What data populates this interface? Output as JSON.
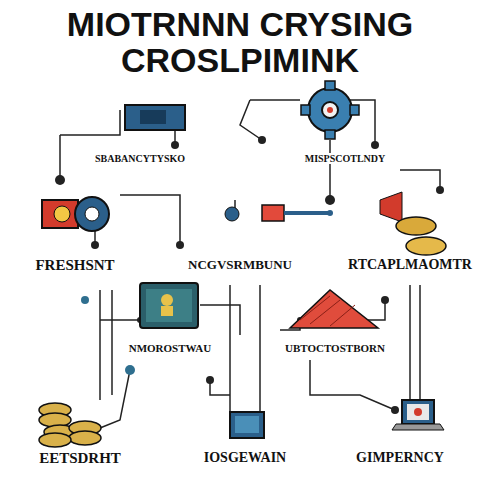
{
  "diagram": {
    "title": "MIOTRNNN CRYSING CROSLPIMINK",
    "labels": [
      "SBABANCYTYSKO",
      "MISPSCOTLNDY",
      "FRESHSNT",
      "NCGVSRMBUNU",
      "RTCAPLMAOMTR",
      "NMOROSTWAU",
      "UBTOCTOSTBORN",
      "EETSDRHT",
      "IOSGEWAIN",
      "GIMPERNCY"
    ]
  }
}
